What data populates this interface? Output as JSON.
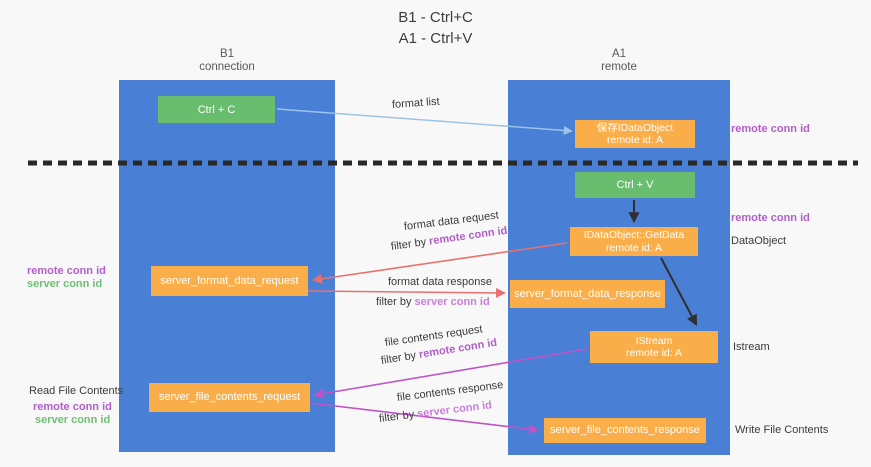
{
  "title": {
    "line1": "B1 - Ctrl+C",
    "line2": "A1 - Ctrl+V"
  },
  "lanes": {
    "left": {
      "name": "B1",
      "role": "connection"
    },
    "right": {
      "name": "A1",
      "role": "remote"
    }
  },
  "boxes": {
    "ctrl_c": {
      "label": "Ctrl + C"
    },
    "save_idataobject": {
      "line1": "保存IDataObject",
      "line2": "remote id: A"
    },
    "ctrl_v": {
      "label": "Ctrl + V"
    },
    "idataobject_getdata": {
      "line1": "IDataObject::GetData",
      "line2": "remote id: A"
    },
    "server_format_data_request": {
      "label": "server_format_data_request"
    },
    "server_format_data_response": {
      "label": "server_format_data_response"
    },
    "istream": {
      "line1": "IStream",
      "line2": "remote id: A"
    },
    "server_file_contents_request": {
      "label": "server_file_contents_request"
    },
    "server_file_contents_response": {
      "label": "server_file_contents_response"
    }
  },
  "flow_labels": {
    "format_list": "format list",
    "format_data_request": "format data request",
    "format_data_response": "format data response",
    "file_contents_request": "file contents request",
    "file_contents_response": "file contents response",
    "filter_by": "filter by ",
    "remote_conn_id": "remote conn id",
    "server_conn_id": "server conn id"
  },
  "side_labels": {
    "right_top_remote_conn_id": "remote conn id",
    "right_mid_remote_conn_id": "remote conn id",
    "dataobject": "DataObject",
    "istream": "Istream",
    "write_file_contents": "Write File Contents",
    "left_mid": {
      "remote": "remote conn id",
      "server": "server conn id"
    },
    "left_bottom": {
      "title": "Read File Contents",
      "remote": "remote conn id",
      "server": "server conn id"
    }
  },
  "colors": {
    "background": "#f8f8f8",
    "lane_blue": "#4a7fd6",
    "box_green": "#69bd6e",
    "box_orange": "#f9ae49",
    "arrow_light_blue": "#9cc3e8",
    "arrow_salmon": "#e8716e",
    "arrow_magenta": "#c154c4",
    "arrow_black": "#2f2f2f",
    "label_purple": "#b05fc8",
    "label_orchid": "#c77fd9",
    "label_green": "#6fbf74",
    "text_dark": "#3a3a3a"
  }
}
